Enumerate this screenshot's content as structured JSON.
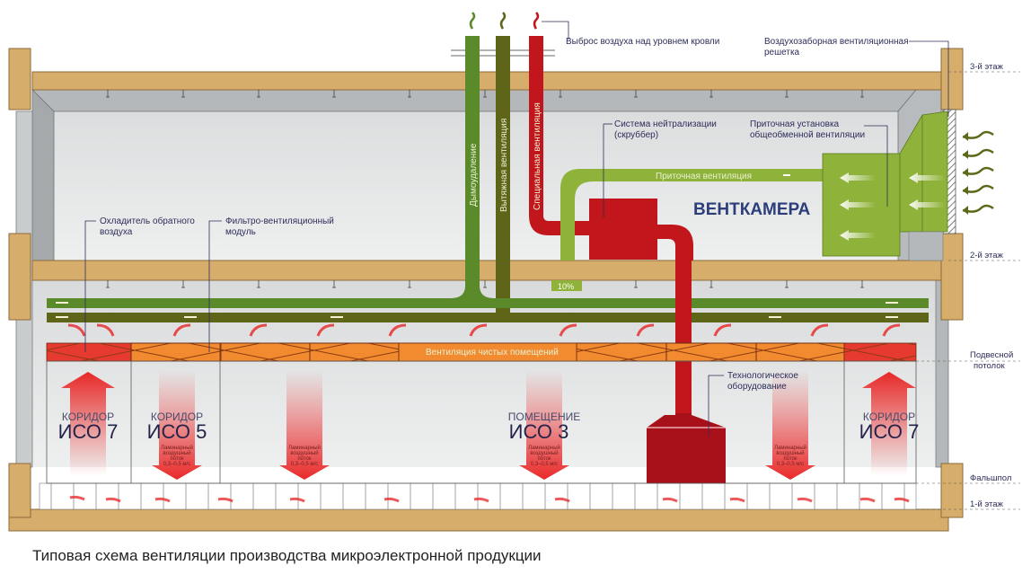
{
  "caption": "Типовая схема вентиляции производства микроэлектронной продукции",
  "colors": {
    "structure": "#d6ad6a",
    "room": "#e3e5e6",
    "wall": "#a6a9ab",
    "green_supply": "#5a8a2a",
    "olive_exhaust": "#5e6418",
    "red_special": "#c0161c",
    "light_green": "#8fb33a",
    "orange_ffu": "#f28b30",
    "red_cooler": "#e63a30",
    "label": "#2d2d5a"
  },
  "labels": {
    "exhaust_roof": "Выброс воздуха над уровнем кровли",
    "intake_grille_1": "Воздухозаборная вентиляционная",
    "intake_grille_2": "решетка",
    "scrubber_1": "Система нейтрализации",
    "scrubber_2": "(скруббер)",
    "ahu_1": "Приточная установка",
    "ahu_2": "общеобменной вентиляции",
    "cooler_1": "Охладитель обратного",
    "cooler_2": "воздуха",
    "ffu_1": "Фильтро-вентиляционный",
    "ffu_2": "модуль",
    "equipment_1": "Технологическое",
    "equipment_2": "оборудование",
    "ventchamber": "ВЕНТКАМЕРА",
    "supply_duct": "Приточная вентиляция",
    "clean_rooms_vent": "Вентиляция чистых помещений",
    "recirc_percent": "10%"
  },
  "pipes": {
    "smoke": "Дымоудаление",
    "exhaust": "Вытяжная вентиляция",
    "special": "Специальная вентиляция"
  },
  "levels": {
    "floor3": "3-й этаж",
    "floor2": "2-й этаж",
    "ceiling_1": "Подвесной",
    "ceiling_2": "потолок",
    "raised_floor": "Фальшпол",
    "floor1": "1-й этаж"
  },
  "zones": [
    {
      "type": "КОРИДОР",
      "class": "ИСО 7"
    },
    {
      "type": "КОРИДОР",
      "class": "ИСО 5"
    },
    {
      "type": "ПОМЕЩЕНИЕ",
      "class": "ИСО 3"
    },
    {
      "type": "КОРИДОР",
      "class": "ИСО 7"
    }
  ],
  "laminar": {
    "line1": "Ламинарный",
    "line2": "воздушный",
    "line3": "поток",
    "line4": "0,3–0,5 м/с"
  }
}
